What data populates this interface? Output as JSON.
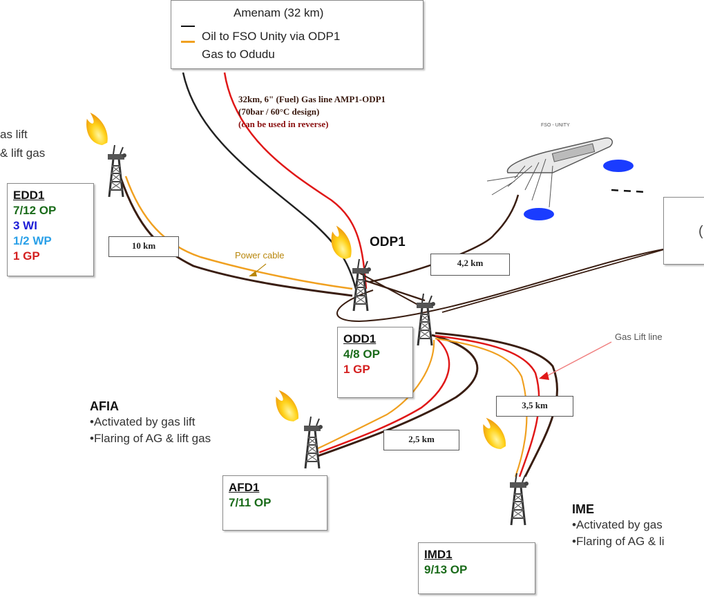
{
  "legend": {
    "title": "Amenam (32 km)",
    "oil_label": "Oil to FSO Unity via ODP1",
    "gas_label": "Gas to Odudu",
    "oil_color": "#111111",
    "gas_color": "#f0a020"
  },
  "gas_line_note": {
    "line1": "32km, 6\" (Fuel) Gas line AMP1-ODP1",
    "line2": "(70bar / 60°C design)",
    "line3": "(can be used in reverse)"
  },
  "left_field": {
    "line1": "as lift",
    "line2": "& lift gas"
  },
  "platforms": {
    "edd1": {
      "name": "EDD1",
      "op": "7/12 OP",
      "wi": "3 WI",
      "wp": "1/2 WP",
      "gp": "1 GP"
    },
    "odd1": {
      "name": "ODD1",
      "op": "4/8 OP",
      "gp": "1 GP"
    },
    "afd1": {
      "name": "AFD1",
      "op": "7/11 OP"
    },
    "imd1": {
      "name": "IMD1",
      "op": "9/13 OP"
    }
  },
  "odp1_label": "ODP1",
  "fso_label": "FSO - UNITY",
  "right_box_text": "(",
  "afia": {
    "title": "AFIA",
    "line1": "•Activated by gas lift",
    "line2": "•Flaring of AG & lift gas"
  },
  "ime": {
    "title": "IME",
    "line1": "•Activated by gas",
    "line2": "•Flaring of AG & li"
  },
  "distances": {
    "edd_odp": "10 km",
    "odp_fso": "4,2 km",
    "odd_afd": "2,5 km",
    "odd_imd": "3,5 km"
  },
  "power_cable": "Power cable",
  "gas_lift_line": "Gas Lift line",
  "colors": {
    "oil": "#3a1e12",
    "gas": "#f0a020",
    "gas_lift": "#e01818",
    "op_text": "#1a6b1a",
    "wi_text": "#1d1dd6",
    "wp_text": "#2aa0e8",
    "gp_text": "#d42020"
  }
}
